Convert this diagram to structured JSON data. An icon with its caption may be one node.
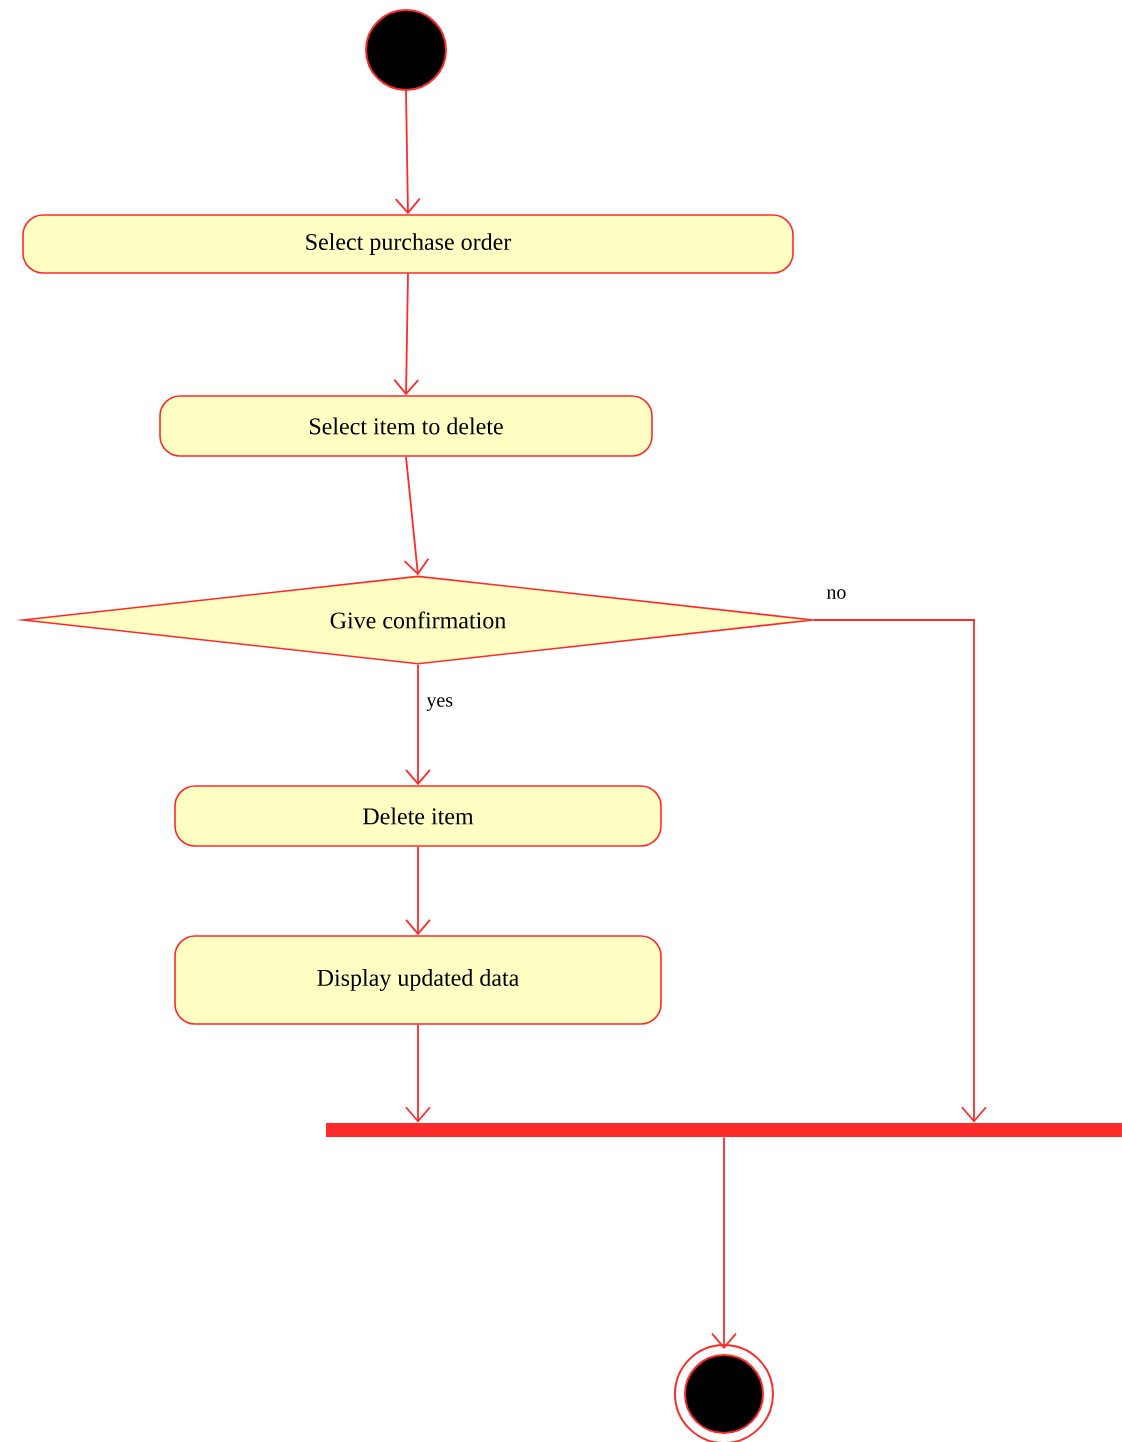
{
  "diagram": {
    "nodes": [
      {
        "text": [],
        "shape": "circle"
      },
      {
        "text": [
          "Select purchase order"
        ]
      },
      {
        "text": [
          "Select item to delete"
        ]
      },
      {
        "text": [
          "Give confirmation"
        ]
      },
      {
        "text": [
          "Delete item"
        ]
      },
      {
        "text": [
          "Display updated data"
        ]
      },
      {
        "text": [],
        "shape": "bar"
      },
      {
        "text": [],
        "shape": "bullseye"
      }
    ],
    "edges": [
      {
        "from": 0,
        "to": 1,
        "arrow": "to"
      },
      {
        "from": 1,
        "to": 2,
        "arrow": "to"
      },
      {
        "from": 2,
        "to": 3,
        "arrow": "to"
      },
      {
        "from": 3,
        "to": 4,
        "label": "yes",
        "arrow": "to"
      },
      {
        "from": 3,
        "to": 6,
        "label": "no",
        "arrow": "to"
      },
      {
        "from": 4,
        "to": 5,
        "arrow": "to"
      },
      {
        "from": 5,
        "to": 6,
        "arrow": "to"
      },
      {
        "from": 6,
        "to": 7,
        "arrow": "to"
      }
    ]
  }
}
